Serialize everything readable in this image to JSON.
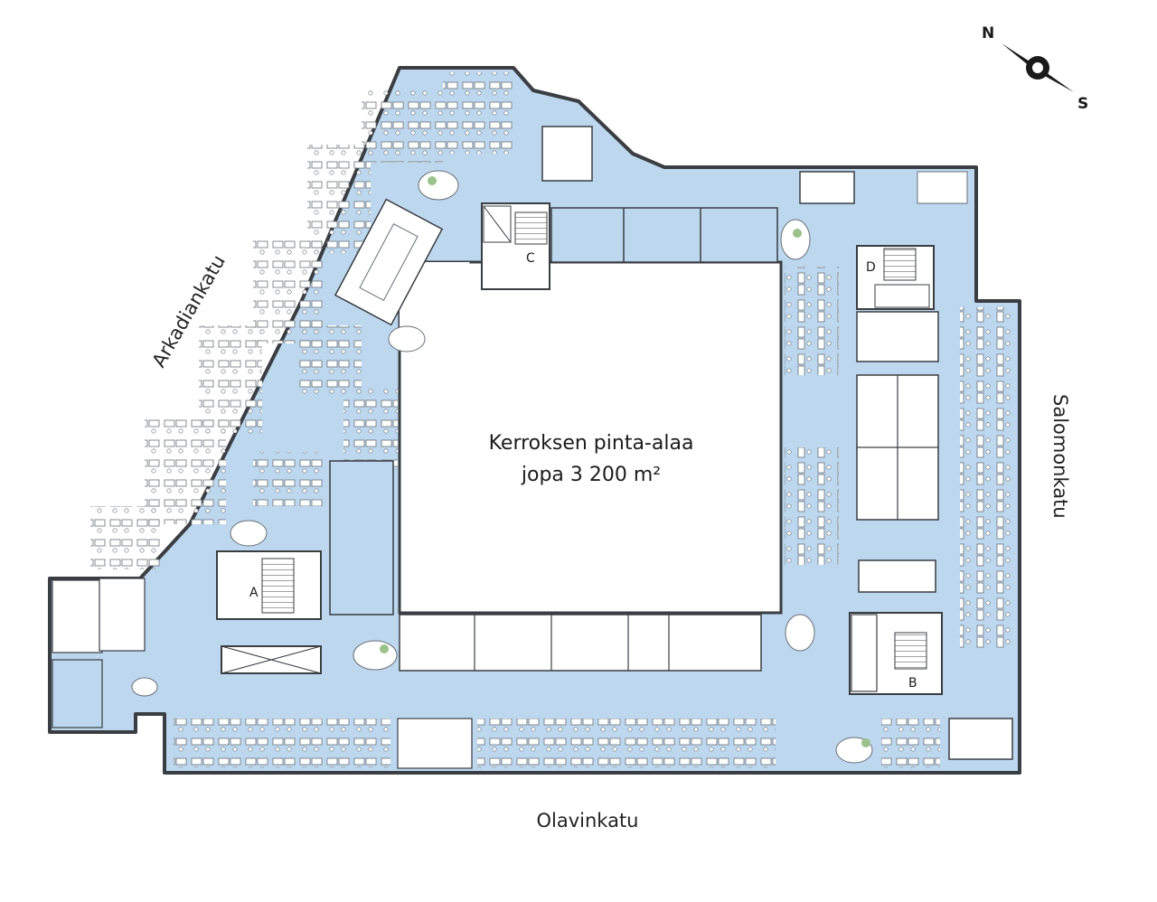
{
  "map": {
    "area_line1": "Kerroksen pinta-alaa",
    "area_line2": "jopa 3 200 m²",
    "streets": {
      "northwest": "Arkadiankatu",
      "east": "Salomonkatu",
      "south": "Olavinkatu"
    },
    "cores": [
      "A",
      "B",
      "C",
      "D"
    ],
    "compass": {
      "north": "N",
      "south": "S",
      "icon": "compass-icon"
    }
  },
  "colors": {
    "floor": "#bcd7ee",
    "wall": "#3a3d42",
    "desk": "#ffffff",
    "desk_outline": "#6a6f76",
    "room_fill": "#ffffff",
    "plant": "#9bc28a",
    "courtyard": "#ffffff"
  }
}
